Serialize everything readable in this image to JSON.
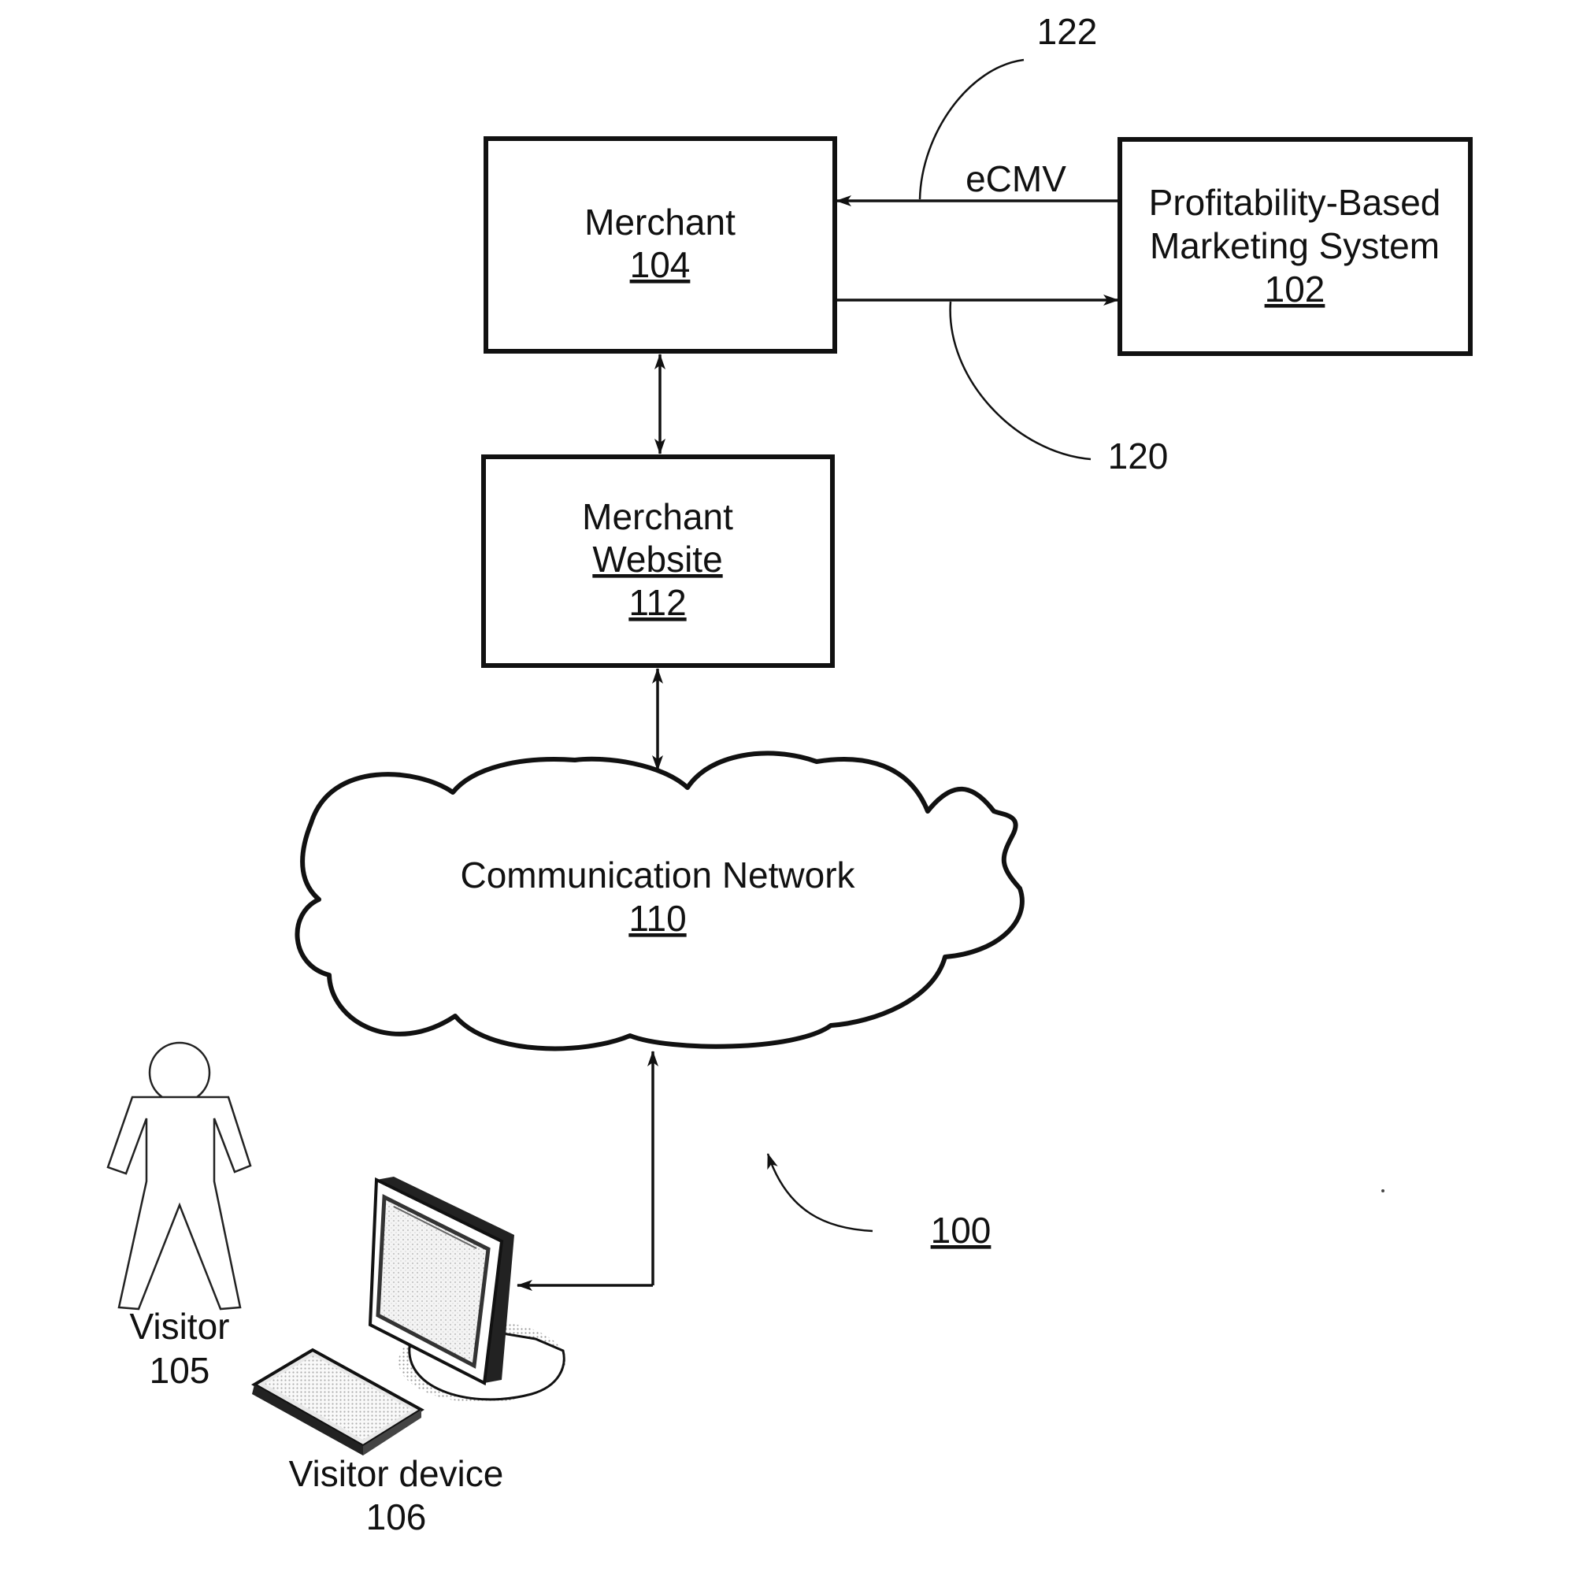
{
  "nodes": {
    "merchant": {
      "name": "Merchant",
      "ref": "104"
    },
    "marketing_system": {
      "name_line1": "Profitability-Based",
      "name_line2": "Marketing System",
      "ref": "102"
    },
    "merchant_website": {
      "name_line1": "Merchant",
      "name_line2": "Website",
      "ref": "112"
    },
    "network": {
      "name": "Communication Network",
      "ref": "110"
    },
    "visitor": {
      "name": "Visitor",
      "ref": "105"
    },
    "visitor_device": {
      "name": "Visitor device",
      "ref": "106"
    }
  },
  "edges": {
    "ecmv_label": "eCMV",
    "ref_122": "122",
    "ref_120": "120"
  },
  "figure_ref": "100"
}
